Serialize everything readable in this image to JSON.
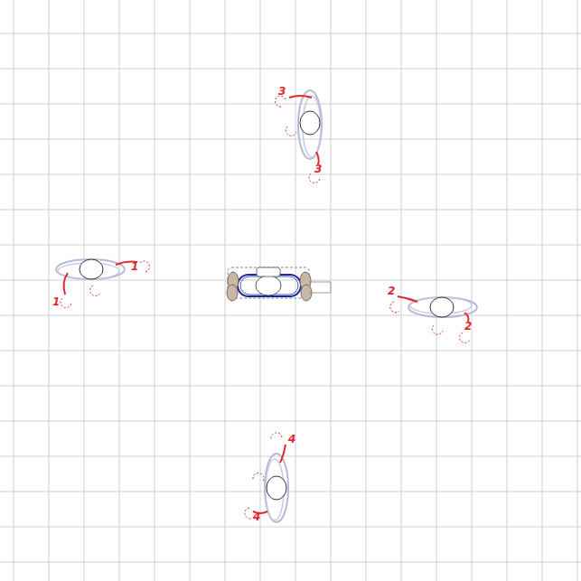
{
  "diagram": {
    "labels": [
      "3",
      "3",
      "1",
      "2",
      "1",
      "2",
      "4",
      "4"
    ]
  }
}
